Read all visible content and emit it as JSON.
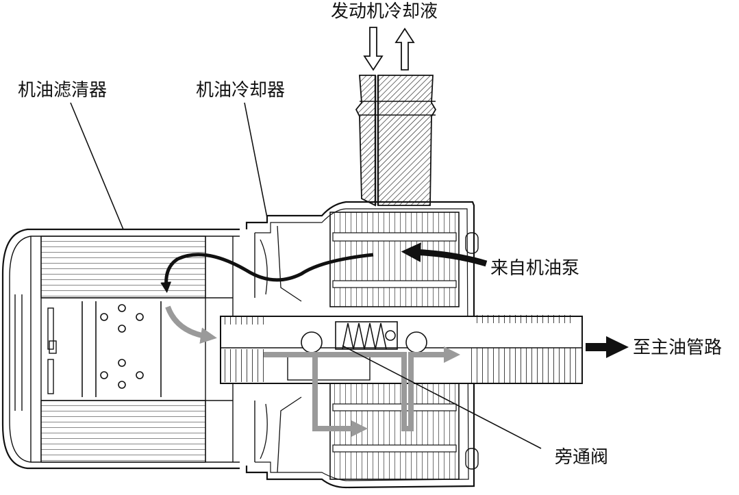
{
  "labels": {
    "coolant": "发动机冷却液",
    "oil_filter": "机油滤清器",
    "oil_cooler": "机油冷却器",
    "from_pump": "来自机油泵",
    "to_gallery": "至主油管路",
    "bypass_valve": "旁通阀"
  },
  "colors": {
    "line": "#111111",
    "oil_flow_dark": "#111111",
    "oil_flow_grey": "#9a9a9a",
    "background": "#ffffff"
  }
}
